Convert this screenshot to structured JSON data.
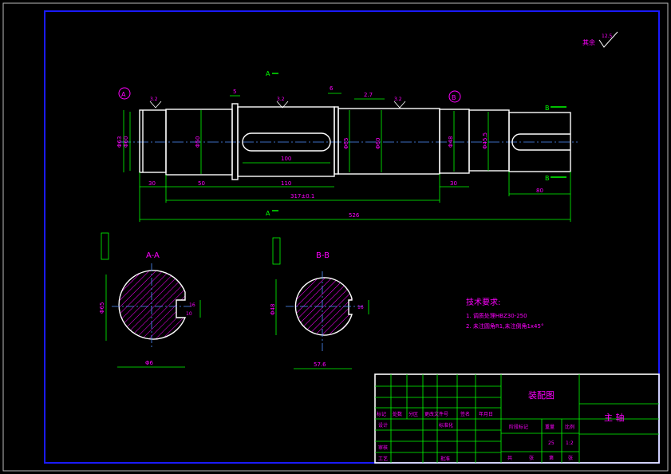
{
  "roughness": {
    "label": "其余",
    "value": "12.5"
  },
  "section_marks": {
    "a": "A",
    "b": "B"
  },
  "datum_marks": {
    "a": "A",
    "b": "B"
  },
  "roughness_values": [
    "3.2",
    "3.2",
    "3.2"
  ],
  "dims_top": {
    "d5": "5",
    "d6": "6",
    "d27": "2.7"
  },
  "dims_diam": [
    "Φ63",
    "Φ60",
    "Φ50",
    "Φ65",
    "Φ60",
    "Φ48",
    "Φ45.5"
  ],
  "dims_len": {
    "l30a": "30",
    "l50": "50",
    "l110": "110",
    "l100": "100",
    "l30b": "30",
    "l80": "80",
    "l317": "317±0.1",
    "l526": "526"
  },
  "section_aa": {
    "title": "A-A",
    "dim_vert": "Φ65",
    "dim_bottom": "Φ6",
    "dim_key1": "16",
    "dim_key2": "10"
  },
  "section_bb": {
    "title": "B-B",
    "dim_vert": "Φ48",
    "dim_bottom": "57.6",
    "dim_key": "16"
  },
  "tech_req": {
    "title": "技术要求:",
    "items": [
      "1. 调质处理HBZ30-250",
      "2. 未注圆角R1,未注倒角1x45°"
    ]
  },
  "title_block": {
    "drawing_type": "装配图",
    "part_name": "主 轴",
    "labels": [
      "标记",
      "处数",
      "分区",
      "更改文件号",
      "签名",
      "年月日",
      "设计",
      "标准化",
      "审核",
      "工艺",
      "批准",
      "阶段标记",
      "重量",
      "比例",
      "共",
      "张",
      "第",
      "张"
    ],
    "weight": "25",
    "scale": "1:2"
  },
  "colors": {
    "frame": "#1a1aff",
    "line": "#ffffff",
    "dim": "#00ff00",
    "text": "#ff00ff",
    "center": "#4f8fff"
  }
}
